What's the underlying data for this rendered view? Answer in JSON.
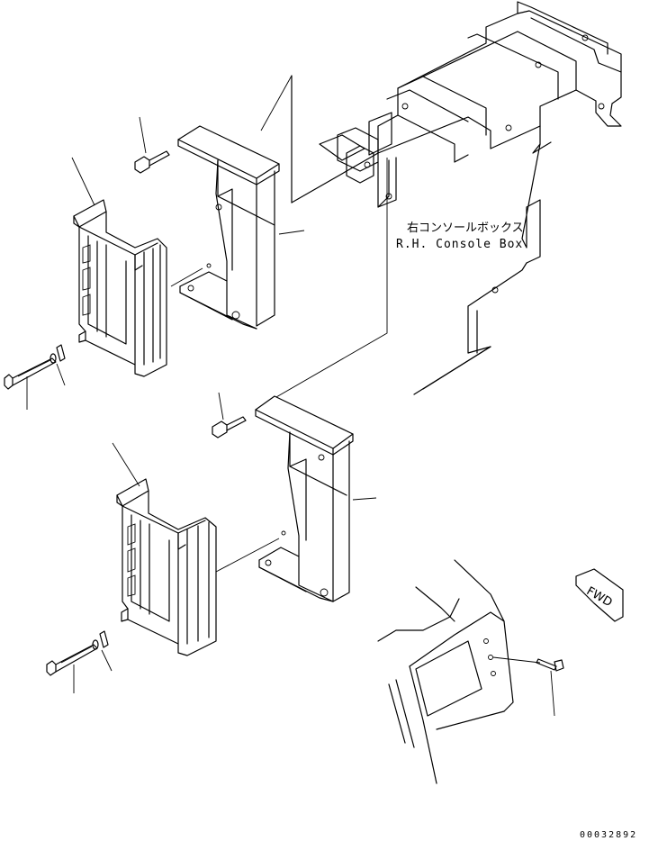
{
  "console_label": {
    "japanese": "右コンソールボックス",
    "english": "R.H. Console Box"
  },
  "direction_arrow": {
    "label": "FWD",
    "icon": "fwd-arrow-icon"
  },
  "drawing_number": "00032892",
  "icons": [
    "bolt-icon",
    "washer-icon",
    "flange-bolt-icon",
    "controller-unit-icon",
    "bracket-icon",
    "console-frame-icon",
    "fwd-arrow-icon"
  ]
}
